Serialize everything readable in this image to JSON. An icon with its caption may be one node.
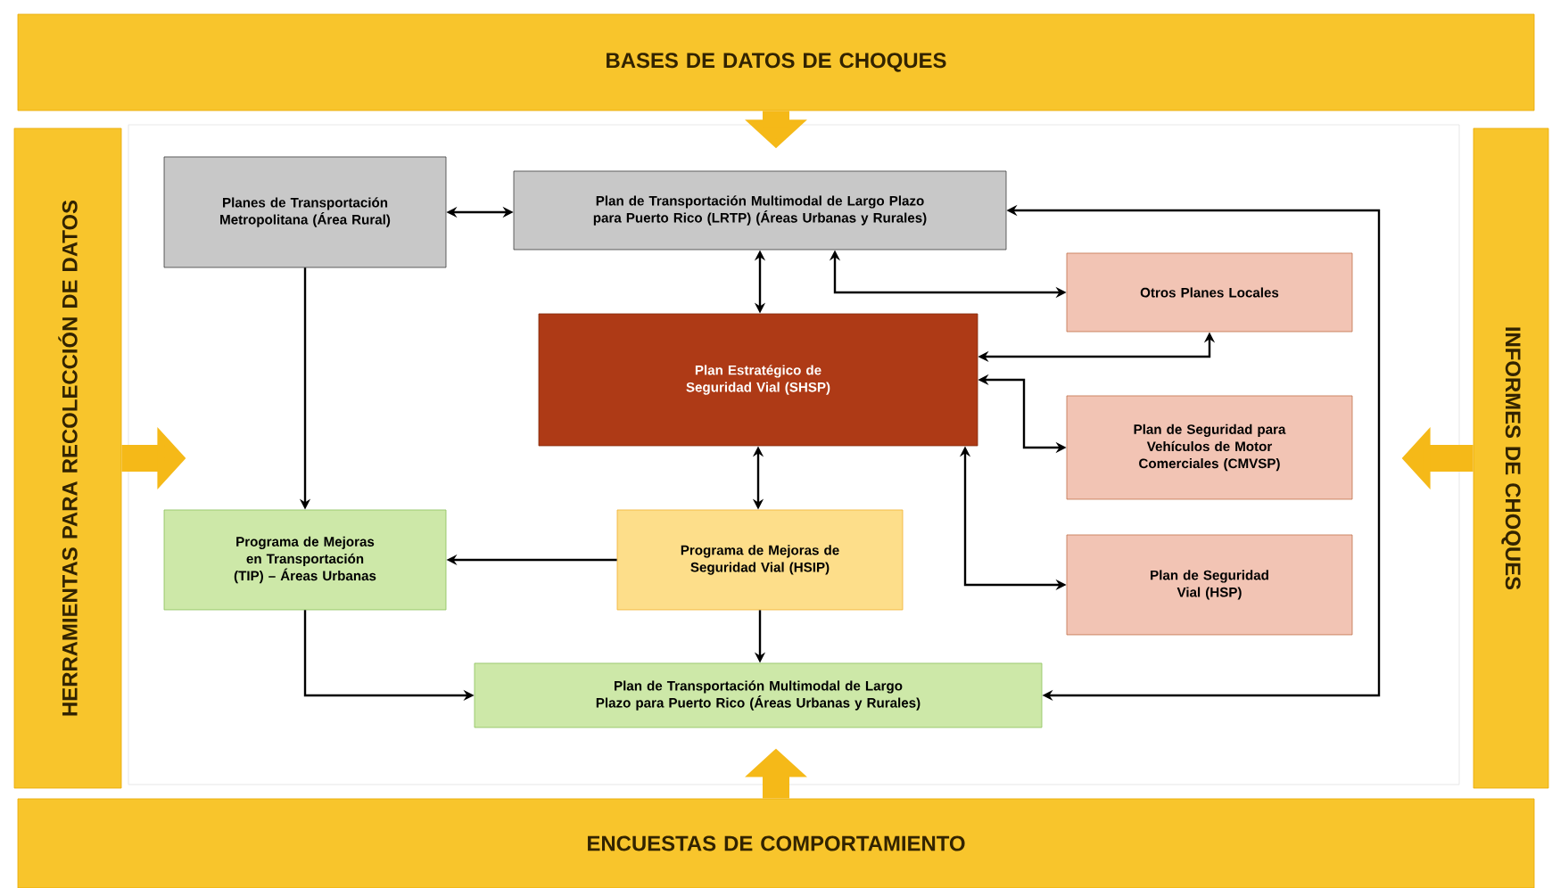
{
  "diagram": {
    "nodes": [
      {
        "text": [
          "BASES DE DATOS DE CHOQUES"
        ]
      },
      {
        "text": [
          "HERRAMIENTAS PARA RECOLECCIÓN DE DATOS"
        ]
      },
      {
        "text": [
          "INFORMES DE CHOQUES"
        ]
      },
      {
        "text": [
          "ENCUESTAS DE COMPORTAMIENTO"
        ]
      },
      {
        "text": [
          "Planes de Transportación Metropolitana (Área Rural)"
        ]
      },
      {
        "text": [
          "Plan de Transportación Multimodal de Largo Plazo para Puerto Rico (LRTP) (Áreas Urbanas y Rurales)"
        ]
      },
      {
        "text": [
          "Otros Planes Locales"
        ]
      },
      {
        "text": [
          "Plan Estratégico de Seguridad Vial (SHSP)"
        ]
      },
      {
        "text": [
          "Plan de Seguridad para Vehículos de Motor Comerciales (CMVSP)"
        ]
      },
      {
        "text": [
          "Plan de Seguridad Vial (HSP)"
        ]
      },
      {
        "text": [
          "Programa de Mejoras en Transportación (TIP) – Áreas Urbanas"
        ]
      },
      {
        "text": [
          "Programa de Mejoras de Seguridad Vial (HSIP)"
        ]
      },
      {
        "text": [
          "Plan de Transportación Multimodal de Largo Plazo para Puerto Rico (Áreas Urbanas y Rurales)"
        ]
      }
    ],
    "edges": [
      {
        "from": 4,
        "to": 5,
        "arrow": "both"
      },
      {
        "from": 5,
        "to": 6,
        "arrow": "both"
      },
      {
        "from": 5,
        "to": 7,
        "arrow": "both"
      },
      {
        "from": 7,
        "to": 6,
        "arrow": "both"
      },
      {
        "from": 7,
        "to": 8,
        "arrow": "both"
      },
      {
        "from": 7,
        "to": 9,
        "arrow": "both"
      },
      {
        "from": 7,
        "to": 11,
        "arrow": "both"
      },
      {
        "from": 4,
        "to": 10,
        "arrow": "to"
      },
      {
        "from": 11,
        "to": 10,
        "arrow": "to"
      },
      {
        "from": 11,
        "to": 12,
        "arrow": "to"
      },
      {
        "from": 10,
        "to": 12,
        "arrow": "to"
      },
      {
        "from": 12,
        "to": 5,
        "arrow": "both"
      },
      {
        "from": 0,
        "to": null,
        "arrow": "to",
        "style": "thick",
        "color": "#f5b918"
      },
      {
        "from": 1,
        "to": null,
        "arrow": "to",
        "style": "thick",
        "color": "#f5b918"
      },
      {
        "from": 2,
        "to": null,
        "arrow": "to",
        "style": "thick",
        "color": "#f5b918"
      },
      {
        "from": 3,
        "to": null,
        "arrow": "to",
        "style": "thick",
        "color": "#f5b918"
      }
    ]
  }
}
